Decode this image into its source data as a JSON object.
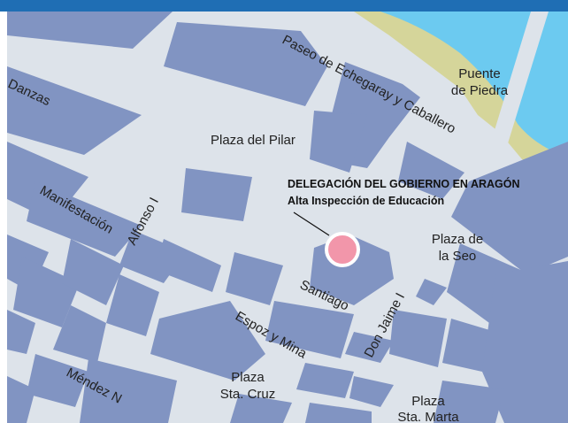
{
  "colors": {
    "header": "#1f6eb4",
    "street": "#dde3ea",
    "block": "#8194c2",
    "river": "#6ccaf0",
    "park": "#d5d59a",
    "marker": "#f296aa"
  },
  "labels": {
    "danzas": "Danzas",
    "paseo": "Paseo de Echegaray y Caballero",
    "puente_line1": "Puente",
    "puente_line2": "de Piedra",
    "plaza_pilar": "Plaza del Pilar",
    "manifestacion": "Manifestación",
    "alfonso": "Alfonso I",
    "plaza_seo_line1": "Plaza de",
    "plaza_seo_line2": "la Seo",
    "santiago": "Santiago",
    "don_jaime": "Don Jaime I",
    "espoz": "Espoz y Mina",
    "plaza_cruz_line1": "Plaza",
    "plaza_cruz_line2": "Sta. Cruz",
    "plaza_marta_line1": "Plaza",
    "plaza_marta_line2": "Sta. Marta",
    "mendez": "Méndez N"
  },
  "office": {
    "name": "DELEGACIÓN DEL GOBIERNO EN ARAGÓN",
    "sub": "Alta Inspección de Educación"
  },
  "marker": {
    "icon": "location-dot-icon"
  }
}
